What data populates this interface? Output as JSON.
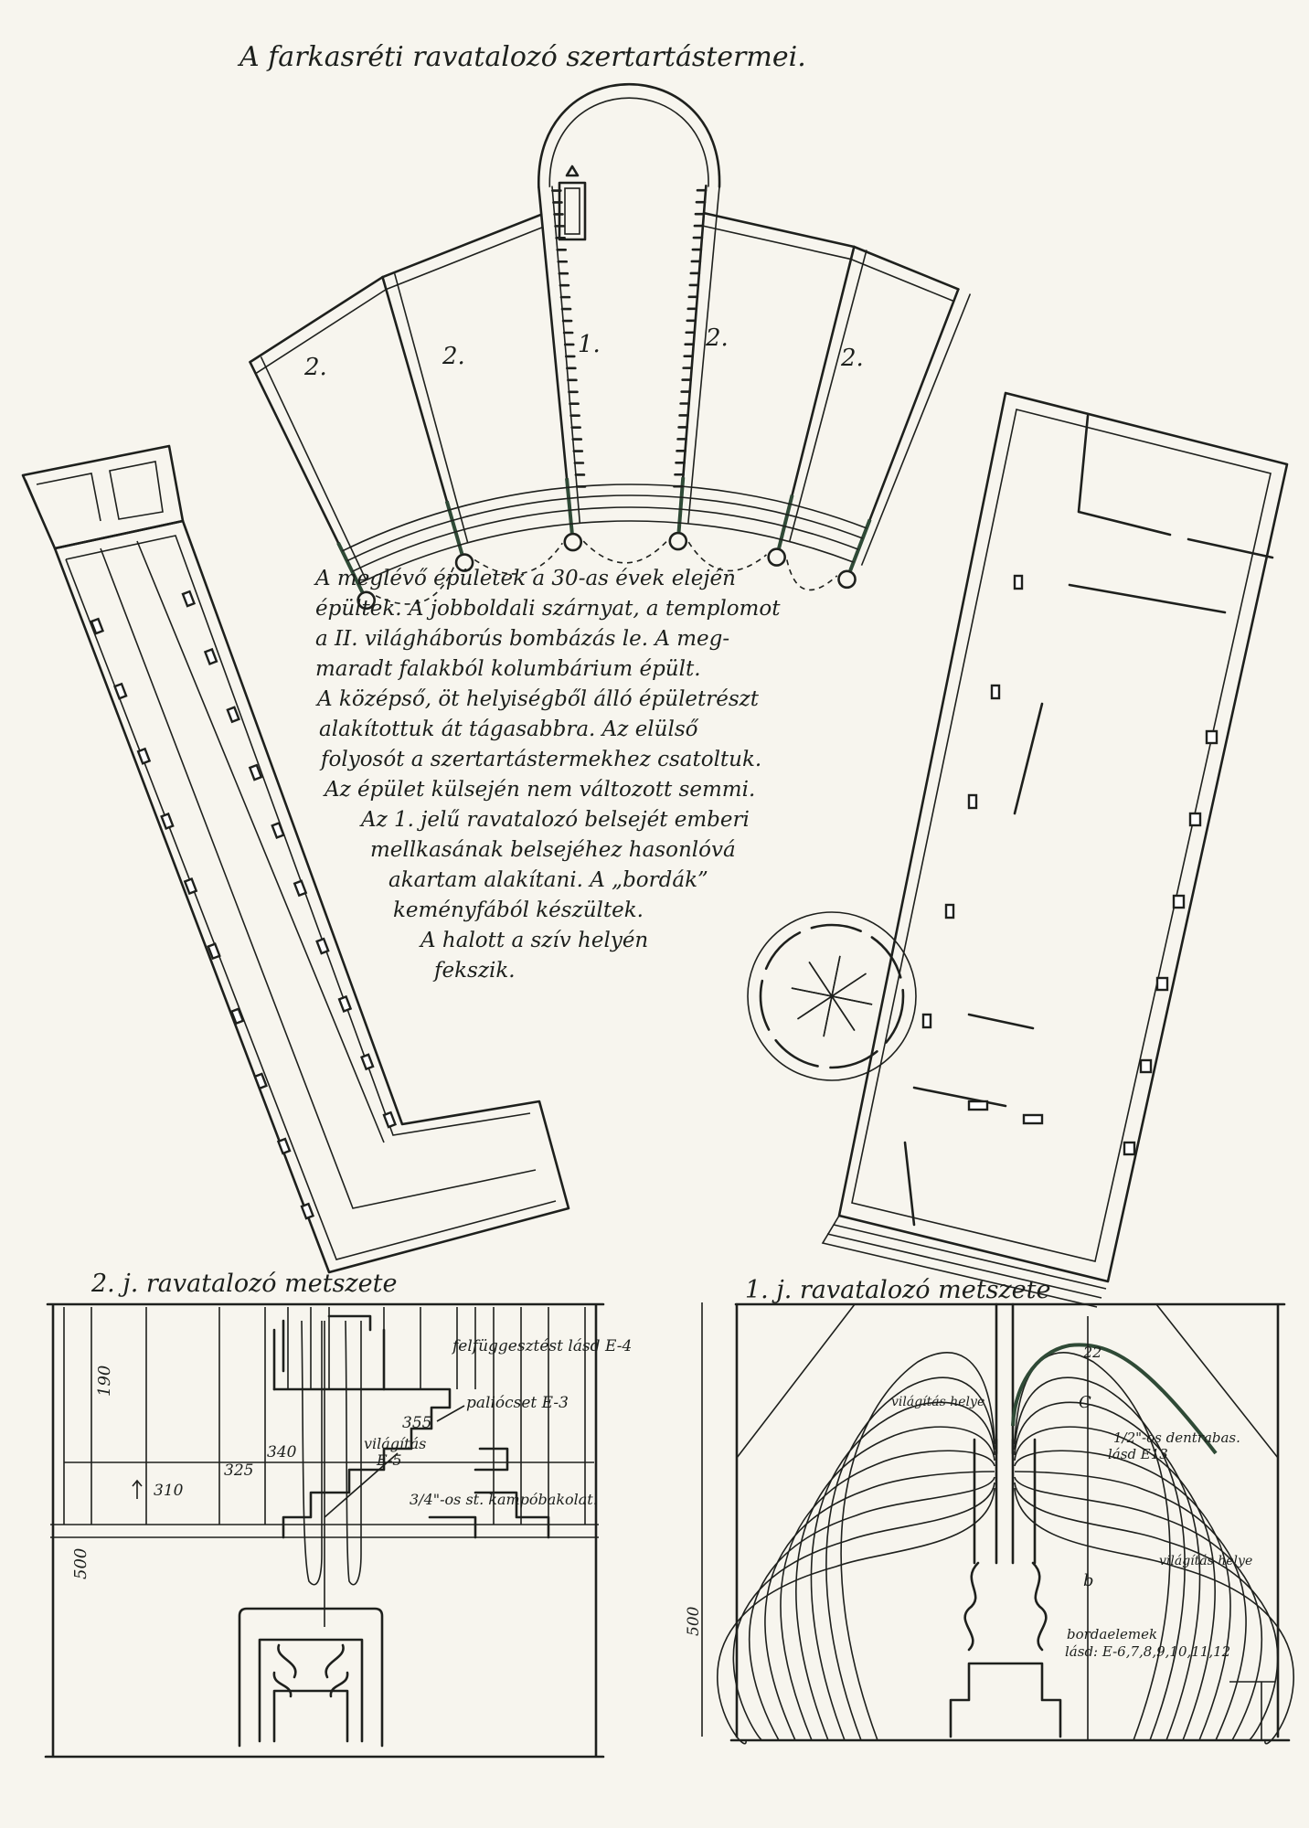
{
  "title": "A farkasréti ravatalozó szertartástermei.",
  "plan": {
    "room_labels": [
      "2.",
      "2.",
      "1.",
      "2.",
      "2."
    ]
  },
  "description": [
    "A meglévő épületek a 30-as évek elején",
    "épültek. A jobboldali szárnyat, a templomot",
    "a II. világháborús bombázás le. A meg-",
    "maradt falakból kolumbárium épült.",
    "A középső, öt helyiségből álló épületrészt",
    "alakítottuk át tágasabbra. Az elülső",
    "folyosót a szertartástermekhez csatoltuk.",
    "Az épület külsején nem változott semmi.",
    "Az 1. jelű ravatalozó belsejét emberi",
    "mellkasának belsejéhez hasonlóvá",
    "akartam alakítani. A „bordák”",
    "keményfából készültek.",
    "A halott a szív helyén",
    "fekszik."
  ],
  "section_2": {
    "title": "2. j. ravatalozó metszete",
    "dim_190": "190",
    "dim_500": "500",
    "dim_310": "310",
    "dim_325": "325",
    "dim_340": "340",
    "dim_355": "355",
    "note_suspension": "felfüggesztést lásd E-4",
    "note_panel": "paliócset E-3",
    "note_light": "világítás",
    "note_light_ref": "E-5",
    "note_hooks": "3/4\"-os st. kampóbakolat."
  },
  "section_1": {
    "title": "1. j. ravatalozó metszete",
    "dim_500": "500",
    "dim_22": "22",
    "mark_c": "C",
    "mark_b": "b",
    "note_light_1": "világítás helye",
    "note_light_2": "világítás helye",
    "note_dowel": "1/2\"-os dentrabas.",
    "note_dowel_ref": "lásd E13",
    "note_ribs": "bordaelemek",
    "note_ribs_ref": "lásd: E-6,7,8,9,10,11,12"
  }
}
